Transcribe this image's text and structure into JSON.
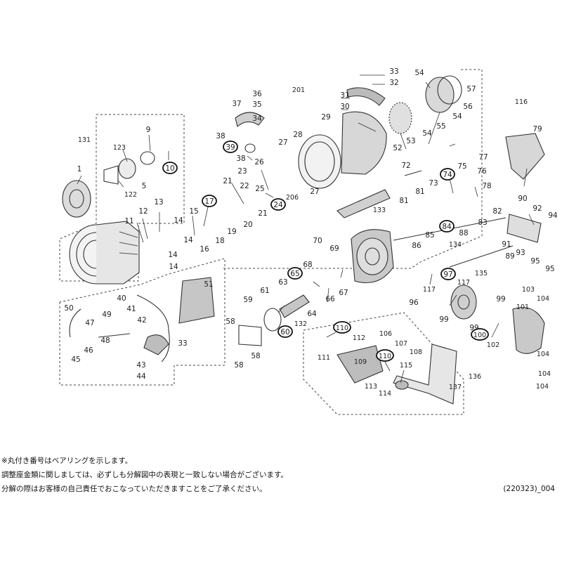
{
  "callouts": [
    {
      "n": "1"
    },
    {
      "n": "5"
    },
    {
      "n": "9"
    },
    {
      "n": "10",
      "bearing": true
    },
    {
      "n": "11"
    },
    {
      "n": "12"
    },
    {
      "n": "13"
    },
    {
      "n": "14"
    },
    {
      "n": "14"
    },
    {
      "n": "14"
    },
    {
      "n": "14"
    },
    {
      "n": "15"
    },
    {
      "n": "16"
    },
    {
      "n": "17",
      "bearing": true
    },
    {
      "n": "18"
    },
    {
      "n": "19"
    },
    {
      "n": "20"
    },
    {
      "n": "21"
    },
    {
      "n": "21"
    },
    {
      "n": "22"
    },
    {
      "n": "23"
    },
    {
      "n": "24",
      "bearing": true
    },
    {
      "n": "25"
    },
    {
      "n": "26"
    },
    {
      "n": "27"
    },
    {
      "n": "27"
    },
    {
      "n": "28"
    },
    {
      "n": "29"
    },
    {
      "n": "30"
    },
    {
      "n": "31"
    },
    {
      "n": "32"
    },
    {
      "n": "33"
    },
    {
      "n": "33"
    },
    {
      "n": "34"
    },
    {
      "n": "35"
    },
    {
      "n": "36"
    },
    {
      "n": "37"
    },
    {
      "n": "38"
    },
    {
      "n": "38"
    },
    {
      "n": "39",
      "bearing": true
    },
    {
      "n": "40"
    },
    {
      "n": "41"
    },
    {
      "n": "42"
    },
    {
      "n": "43"
    },
    {
      "n": "44"
    },
    {
      "n": "45"
    },
    {
      "n": "46"
    },
    {
      "n": "47"
    },
    {
      "n": "48"
    },
    {
      "n": "49"
    },
    {
      "n": "50"
    },
    {
      "n": "51"
    },
    {
      "n": "52"
    },
    {
      "n": "53"
    },
    {
      "n": "54"
    },
    {
      "n": "54"
    },
    {
      "n": "54"
    },
    {
      "n": "55"
    },
    {
      "n": "56"
    },
    {
      "n": "57"
    },
    {
      "n": "58"
    },
    {
      "n": "58"
    },
    {
      "n": "58"
    },
    {
      "n": "59"
    },
    {
      "n": "60",
      "bearing": true
    },
    {
      "n": "61"
    },
    {
      "n": "63"
    },
    {
      "n": "64"
    },
    {
      "n": "65",
      "bearing": true
    },
    {
      "n": "66"
    },
    {
      "n": "67"
    },
    {
      "n": "68"
    },
    {
      "n": "69"
    },
    {
      "n": "70"
    },
    {
      "n": "72"
    },
    {
      "n": "73"
    },
    {
      "n": "74",
      "bearing": true
    },
    {
      "n": "75"
    },
    {
      "n": "76"
    },
    {
      "n": "77"
    },
    {
      "n": "78"
    },
    {
      "n": "79"
    },
    {
      "n": "81"
    },
    {
      "n": "81"
    },
    {
      "n": "82"
    },
    {
      "n": "83"
    },
    {
      "n": "84",
      "bearing": true
    },
    {
      "n": "85"
    },
    {
      "n": "86"
    },
    {
      "n": "88"
    },
    {
      "n": "89"
    },
    {
      "n": "90"
    },
    {
      "n": "91"
    },
    {
      "n": "92"
    },
    {
      "n": "93"
    },
    {
      "n": "94"
    },
    {
      "n": "95"
    },
    {
      "n": "95"
    },
    {
      "n": "96"
    },
    {
      "n": "97",
      "bearing": true
    },
    {
      "n": "99"
    },
    {
      "n": "99"
    },
    {
      "n": "99"
    },
    {
      "n": "100",
      "bearing": true
    },
    {
      "n": "101"
    },
    {
      "n": "102"
    },
    {
      "n": "103"
    },
    {
      "n": "104"
    },
    {
      "n": "104"
    },
    {
      "n": "104"
    },
    {
      "n": "104"
    },
    {
      "n": "106"
    },
    {
      "n": "107"
    },
    {
      "n": "108"
    },
    {
      "n": "109"
    },
    {
      "n": "110",
      "bearing": true
    },
    {
      "n": "110",
      "bearing": true
    },
    {
      "n": "111"
    },
    {
      "n": "112"
    },
    {
      "n": "113"
    },
    {
      "n": "114"
    },
    {
      "n": "115"
    },
    {
      "n": "116"
    },
    {
      "n": "117"
    },
    {
      "n": "117"
    },
    {
      "n": "122"
    },
    {
      "n": "123"
    },
    {
      "n": "131"
    },
    {
      "n": "132"
    },
    {
      "n": "133"
    },
    {
      "n": "134"
    },
    {
      "n": "135"
    },
    {
      "n": "136"
    },
    {
      "n": "137"
    },
    {
      "n": "201"
    },
    {
      "n": "206"
    }
  ],
  "notes": [
    "※丸付き番号はベアリングを示します。",
    "調整座金類に関しましては、必ずしも分解図中の表現と一致しない場合がございます。",
    "分解の際はお客様の自己責任でおこなっていただきますことをご了承ください。"
  ],
  "code": "(220323)_004"
}
